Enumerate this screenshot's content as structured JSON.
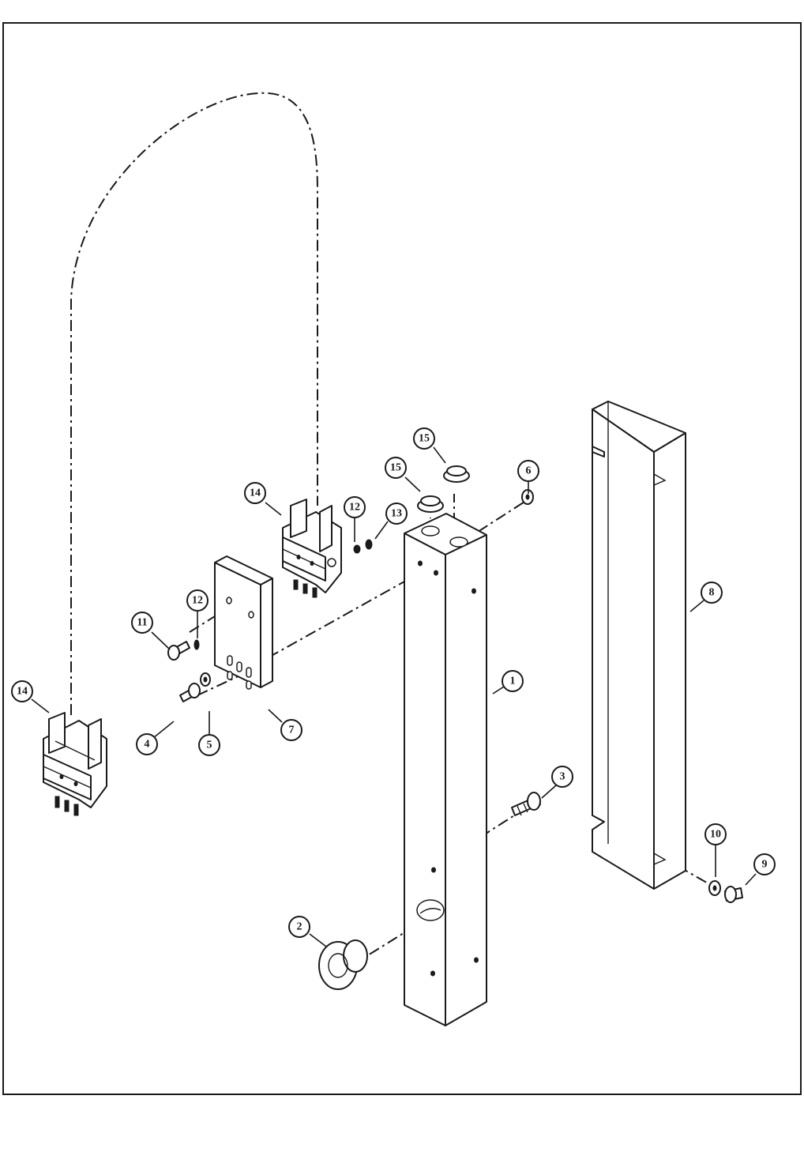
{
  "callouts": [
    {
      "id": "c1",
      "text": "1"
    },
    {
      "id": "c2",
      "text": "2"
    },
    {
      "id": "c3",
      "text": "3"
    },
    {
      "id": "c4",
      "text": "4"
    },
    {
      "id": "c5",
      "text": "5"
    },
    {
      "id": "c6",
      "text": "6"
    },
    {
      "id": "c7",
      "text": "7"
    },
    {
      "id": "c8",
      "text": "8"
    },
    {
      "id": "c9",
      "text": "9"
    },
    {
      "id": "c10",
      "text": "10"
    },
    {
      "id": "c11",
      "text": "11"
    },
    {
      "id": "c12a",
      "text": "12"
    },
    {
      "id": "c12b",
      "text": "12"
    },
    {
      "id": "c13",
      "text": "13"
    },
    {
      "id": "c14a",
      "text": "14"
    },
    {
      "id": "c14b",
      "text": "14"
    },
    {
      "id": "c15a",
      "text": "15"
    },
    {
      "id": "c15b",
      "text": "15"
    }
  ],
  "colors": {
    "ink": "#1a1a1a",
    "paper": "#ffffff"
  }
}
